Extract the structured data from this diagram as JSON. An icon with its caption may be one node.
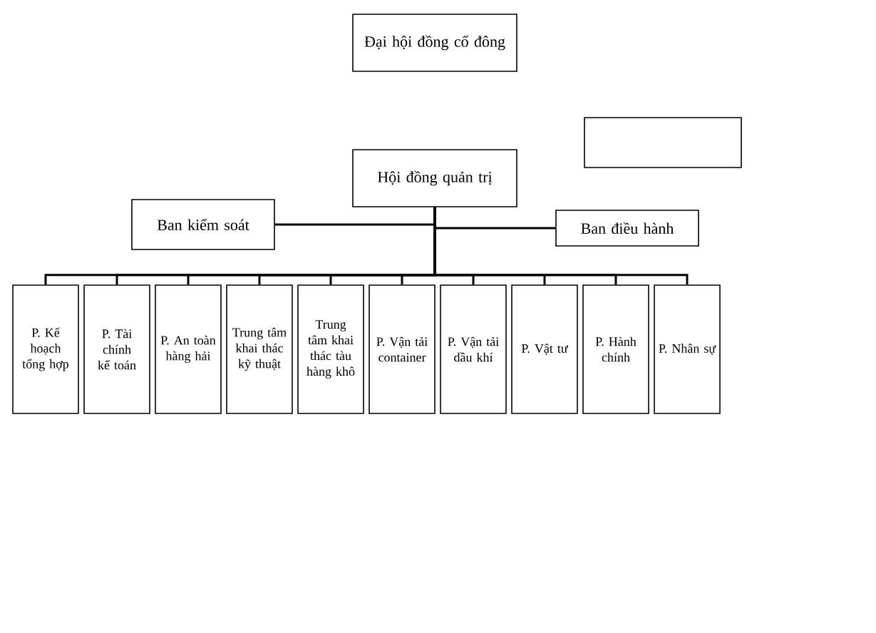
{
  "diagram": {
    "nodes": [
      {
        "text": [
          "Đại hội đồng cổ đông"
        ]
      },
      {
        "text": [],
        "shape": "box"
      },
      {
        "text": [
          "Hội đồng quản trị"
        ]
      },
      {
        "text": [
          "Ban kiểm soát"
        ]
      },
      {
        "text": [
          "Ban điều hành"
        ]
      },
      {
        "text": [
          "P. Kế hoạch tổng hợp"
        ]
      },
      {
        "text": [
          "P. Tài chính kế toán"
        ]
      },
      {
        "text": [
          "P. An toàn hàng hải"
        ]
      },
      {
        "text": [
          "Trung tâm khai thác kỹ thuật"
        ]
      },
      {
        "text": [
          "Trung tâm khai thác tàu hàng khô"
        ]
      },
      {
        "text": [
          "P. Vận tải container"
        ]
      },
      {
        "text": [
          "P. Vận tải dầu khí"
        ]
      },
      {
        "text": [
          "P. Vật tư"
        ]
      },
      {
        "text": [
          "P. Hành chính"
        ]
      },
      {
        "text": [
          "P. Nhân sự"
        ]
      }
    ],
    "edges": [
      {
        "from": 2,
        "to": 3,
        "arrow": "none"
      },
      {
        "from": 2,
        "to": 4,
        "arrow": "none"
      },
      {
        "from": 2,
        "to": 5,
        "arrow": "none"
      },
      {
        "from": 2,
        "to": 6,
        "arrow": "none"
      },
      {
        "from": 2,
        "to": 7,
        "arrow": "none"
      },
      {
        "from": 2,
        "to": 8,
        "arrow": "none"
      },
      {
        "from": 2,
        "to": 9,
        "arrow": "none"
      },
      {
        "from": 2,
        "to": 10,
        "arrow": "none"
      },
      {
        "from": 2,
        "to": 11,
        "arrow": "none"
      },
      {
        "from": 2,
        "to": 12,
        "arrow": "none"
      },
      {
        "from": 2,
        "to": 13,
        "arrow": "none"
      },
      {
        "from": 2,
        "to": 14,
        "arrow": "none"
      }
    ]
  }
}
